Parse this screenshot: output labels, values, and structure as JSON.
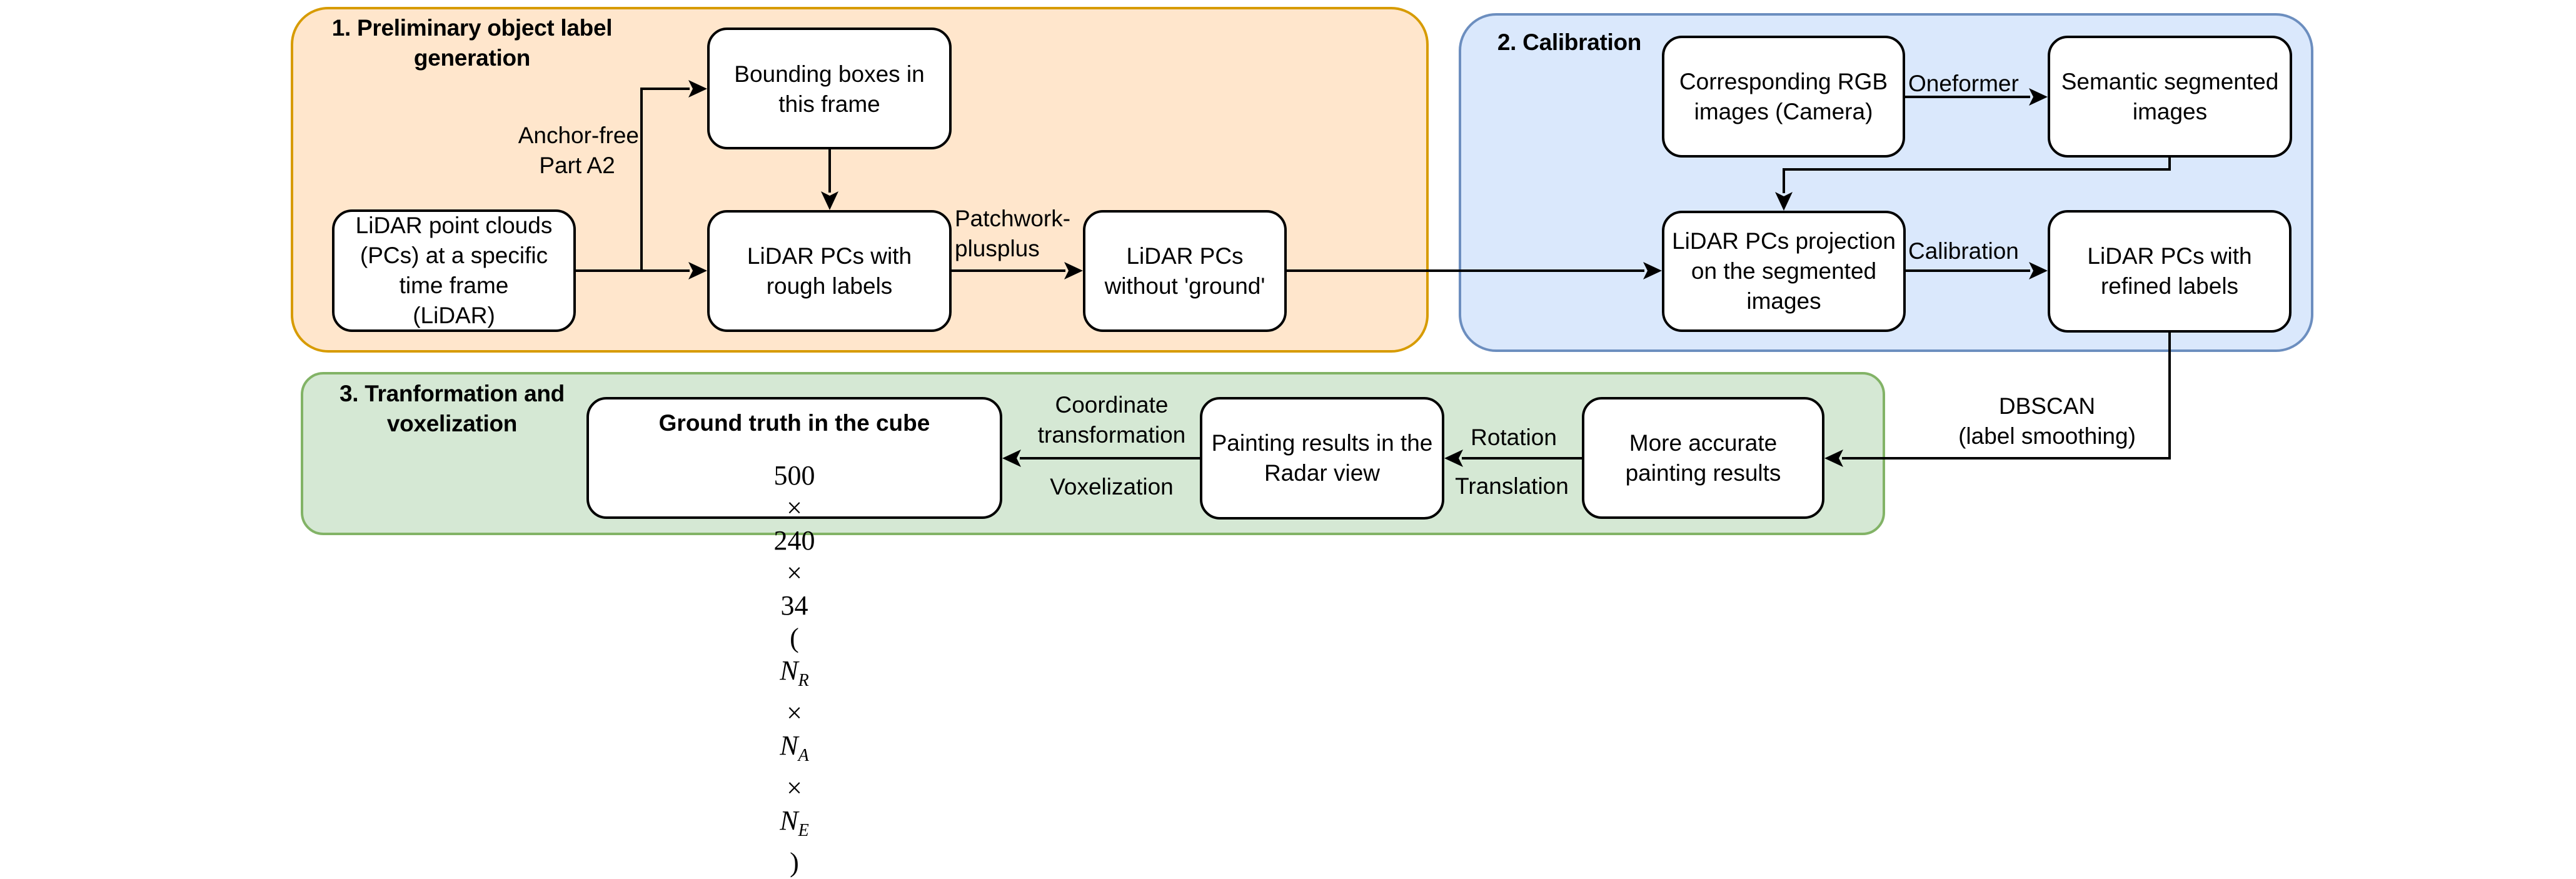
{
  "colors": {
    "group1_fill": "#ffe6cc",
    "group1_stroke": "#d79b00",
    "group2_fill": "#dae8fc",
    "group2_stroke": "#6c8ebf",
    "group3_fill": "#d5e8d4",
    "group3_stroke": "#82b366",
    "edge": "#000000"
  },
  "groups": [
    {
      "id": "g1",
      "title_line1": "1. Preliminary object label",
      "title_line2": "generation"
    },
    {
      "id": "g2",
      "title_line1": "2. Calibration"
    },
    {
      "id": "g3",
      "title_line1": "3. Tranformation and",
      "title_line2": "voxelization"
    }
  ],
  "nodes": {
    "lidar_source": {
      "lines": [
        "LiDAR point clouds",
        "(PCs) at a specific",
        "time frame",
        "(LiDAR)"
      ]
    },
    "bounding_boxes": {
      "lines": [
        "Bounding boxes in",
        "this frame"
      ]
    },
    "rough_labels": {
      "lines": [
        "LiDAR PCs with",
        "rough labels"
      ]
    },
    "without_ground": {
      "lines": [
        "LiDAR PCs",
        "without 'ground'"
      ]
    },
    "rgb_images": {
      "lines": [
        "Corresponding RGB",
        "images (Camera)"
      ]
    },
    "semantic_images": {
      "lines": [
        "Semantic segmented",
        "images"
      ]
    },
    "projection": {
      "lines": [
        "LiDAR PCs projection",
        "on the segmented",
        "images"
      ]
    },
    "refined_labels": {
      "lines": [
        "LiDAR PCs with",
        "refined labels"
      ]
    },
    "more_accurate": {
      "lines": [
        "More accurate",
        "painting results"
      ]
    },
    "radar_view": {
      "lines": [
        "Painting results in the",
        "Radar view"
      ]
    },
    "ground_truth": {
      "title": "Ground truth in the cube",
      "formula": {
        "d1": "500",
        "d2": "240",
        "d3": "34",
        "times": "×",
        "n": "N",
        "sub_r": "R",
        "sub_a": "A",
        "sub_e": "E",
        "open": "(",
        "close": ")"
      }
    }
  },
  "edge_labels": {
    "anchor_free_line1": "Anchor-free",
    "anchor_free_line2": "Part A2",
    "patchwork_line1": "Patchwork-",
    "patchwork_line2": "plusplus",
    "oneformer": "Oneformer",
    "calibration": "Calibration",
    "dbscan_line1": "DBSCAN",
    "dbscan_line2": "(label smoothing)",
    "rotation": "Rotation",
    "translation": "Translation",
    "coordinate_line1": "Coordinate",
    "coordinate_line2": "transformation",
    "voxelization": "Voxelization"
  }
}
